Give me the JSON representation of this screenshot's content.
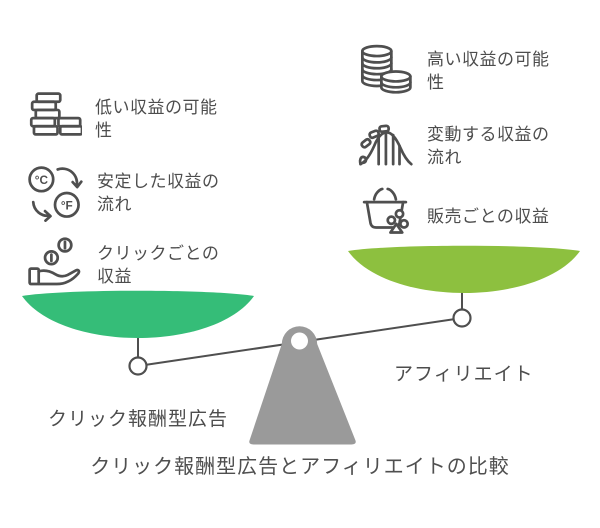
{
  "title": "クリック報酬型広告とアフィリエイトの比較",
  "left_side": {
    "label": "クリック報酬型広告",
    "pan_color": "#35bd78",
    "items": [
      {
        "icon": "flat-coin-stack-icon",
        "text": "低い収益の可能\n性"
      },
      {
        "icon": "temperature-conversion-icon",
        "text": "安定した収益の\n流れ"
      },
      {
        "icon": "hand-receiving-coins-icon",
        "text": "クリックごとの\n収益"
      }
    ]
  },
  "right_side": {
    "label": "アフィリエイト",
    "pan_color": "#8dc03f",
    "items": [
      {
        "icon": "cylinder-coin-stack-icon",
        "text": "高い収益の可能\n性"
      },
      {
        "icon": "roller-coaster-icon",
        "text": "変動する収益の\n流れ"
      },
      {
        "icon": "shopping-basket-icon",
        "text": "販売ごとの収益"
      }
    ]
  },
  "icon_temperature": {
    "celsius": "°C",
    "fahrenheit": "°F"
  },
  "colors": {
    "left_pan": "#35bd78",
    "right_pan": "#8dc03f",
    "fulcrum": "#9a9a9a",
    "line": "#4f4f4f",
    "text": "#4d4d4d"
  }
}
